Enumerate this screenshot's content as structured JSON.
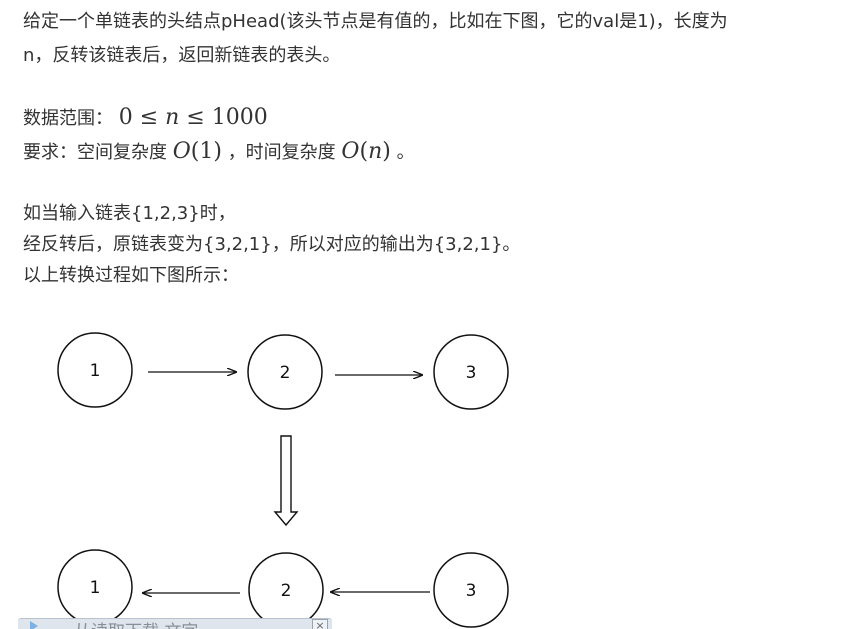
{
  "paragraphs": {
    "p1_line1": "给定一个单链表的头结点pHead(该头节点是有值的，比如在下图，它的val是1)，长度为",
    "p1_line2": "n，反转该链表后，返回新链表的表头。",
    "range_label": "数据范围：",
    "range_expr": {
      "zero": "0",
      "le1": "≤",
      "n": "n",
      "le2": "≤",
      "max": "1000"
    },
    "req_label": "要求：空间复杂度",
    "req_space": {
      "o": "O",
      "arg": "(1)"
    },
    "req_mid": "，时间复杂度",
    "req_time": {
      "o": "O",
      "lp": "(",
      "n": "n",
      "rp": ")"
    },
    "req_end": "。",
    "example_line1": "如当输入链表{1,2,3}时，",
    "example_line2": "经反转后，原链表变为{3,2,1}，所以对应的输出为{3,2,1}。",
    "example_line3": "以上转换过程如下图所示："
  },
  "diagram": {
    "top_nodes": [
      "1",
      "2",
      "3"
    ],
    "bottom_nodes": [
      "1",
      "2",
      "3"
    ]
  },
  "bottom_bar": {
    "text": "从读取下载 文字",
    "close_label": "×"
  }
}
